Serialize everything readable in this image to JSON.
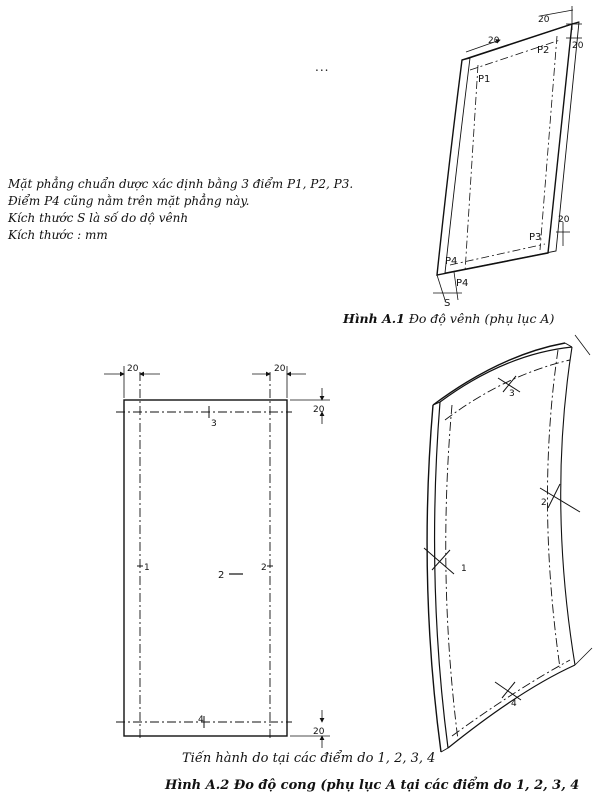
{
  "figure_a1": {
    "notes": [
      "Mặt phẳng chuẩn dược xác dịnh bằng 3 điểm P1, P2, P3.",
      "Điểm P4 cũng nằm trên mặt phẳng này.",
      "Kích thước S là số do dộ vênh",
      "Kích thước : mm"
    ],
    "labels": {
      "p1": "P1",
      "p2": "P2",
      "p3": "P3",
      "p4a": "P4",
      "p4b": "P4",
      "s": "S",
      "dim_20_a": "20",
      "dim_20_b": "20",
      "dim_20_c": "20",
      "dim_20_d": "20"
    },
    "caption_bold": "Hình A.1",
    "caption_rest": " Đo độ vênh (phụ lục A)"
  },
  "figure_a2": {
    "labels": {
      "dim_top_left": "20",
      "dim_top_right": "20",
      "dim_right_top": "20",
      "dim_right_bottom": "20",
      "point_1": "1",
      "point_2": "2",
      "point_2_side": "2",
      "point_3": "3",
      "point_4": "4",
      "iso_1": "1",
      "iso_2": "2",
      "iso_3": "3",
      "iso_4": "4"
    },
    "subtitle": "Tiến hành do tại các điểm do 1, 2, 3, 4",
    "caption": "Hình A.2 Đo độ cong (phụ lục A tại các điểm do 1, 2, 3, 4"
  },
  "dots": "..."
}
